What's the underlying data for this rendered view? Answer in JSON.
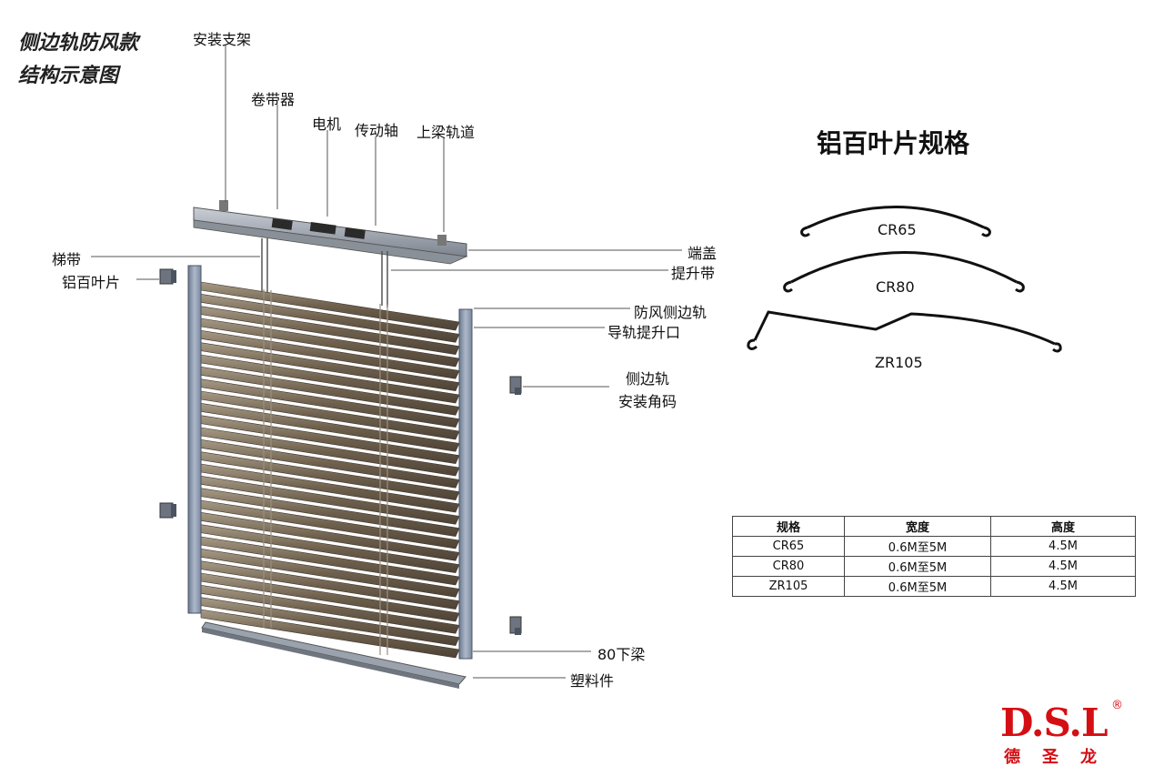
{
  "title": {
    "line1": "侧边轨防风款",
    "line2": "结构示意图"
  },
  "labels": {
    "install_bracket": "安装支架",
    "tape_roller": "卷带器",
    "motor": "电机",
    "drive_shaft": "传动轴",
    "top_rail_track": "上梁轨道",
    "ladder_tape": "梯带",
    "aluminum_slat": "铝百叶片",
    "end_cap": "端盖",
    "lift_tape": "提升带",
    "windproof_side_rail": "防风侧边轨",
    "rail_lift_opening": "导轨提升口",
    "side_rail_bracket_line1": "侧边轨",
    "side_rail_bracket_line2": "安装角码",
    "bottom_rail_80": "80下梁",
    "plastic_part": "塑料件"
  },
  "spec_section": {
    "title": "铝百叶片规格",
    "profiles": [
      "CR65",
      "CR80",
      "ZR105"
    ]
  },
  "spec_table": {
    "headers": [
      "规格",
      "宽度",
      "高度"
    ],
    "rows": [
      [
        "CR65",
        "0.6M至5M",
        "4.5M"
      ],
      [
        "CR80",
        "0.6M至5M",
        "4.5M"
      ],
      [
        "ZR105",
        "0.6M至5M",
        "4.5M"
      ]
    ]
  },
  "logo": {
    "main": "D.S.L",
    "registered": "®",
    "sub": "德圣龙"
  },
  "colors": {
    "brand_red": "#d40f14",
    "frame_blue_grey": "#8e9bb0",
    "slat_brown": "#6b5d4c"
  }
}
